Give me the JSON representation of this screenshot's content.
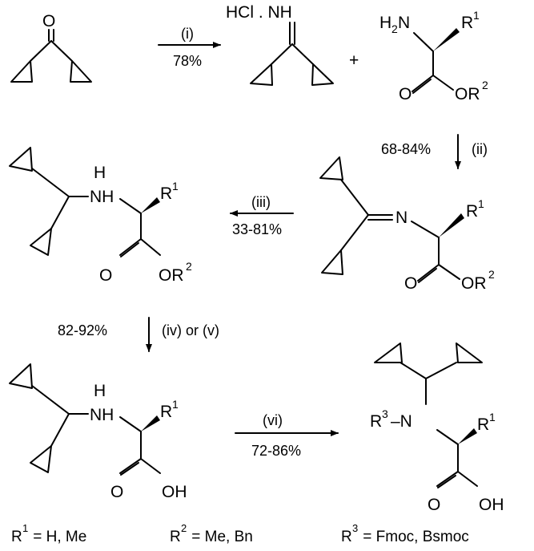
{
  "scheme": {
    "steps": [
      {
        "reagent": "(i)",
        "yield": "78%"
      },
      {
        "reagent": "(ii)",
        "yield": "68-84%"
      },
      {
        "reagent": "(iii)",
        "yield": "33-81%"
      },
      {
        "reagent": "(iv) or (v)",
        "yield": "82-92%"
      },
      {
        "reagent": "(vi)",
        "yield": "72-86%"
      }
    ],
    "plus": "+",
    "atoms": {
      "O": "O",
      "N": "N",
      "H": "H",
      "NH": "NH",
      "H2N_H": "H",
      "H2N_sub": "2",
      "H2N_N": "N",
      "HCl": "HCl . NH",
      "R": "R",
      "sup1": "1",
      "sup2": "2",
      "sup3": "3",
      "OR": "OR",
      "OH": "OH",
      "R3_dash": "–N"
    },
    "footnotes": {
      "r1": {
        "R": "R",
        "sup": "1",
        "text": " = H, Me"
      },
      "r2": {
        "R": "R",
        "sup": "2",
        "text": " = Me, Bn"
      },
      "r3": {
        "R": "R",
        "sup": "3",
        "text": " = Fmoc, Bsmoc"
      }
    }
  }
}
